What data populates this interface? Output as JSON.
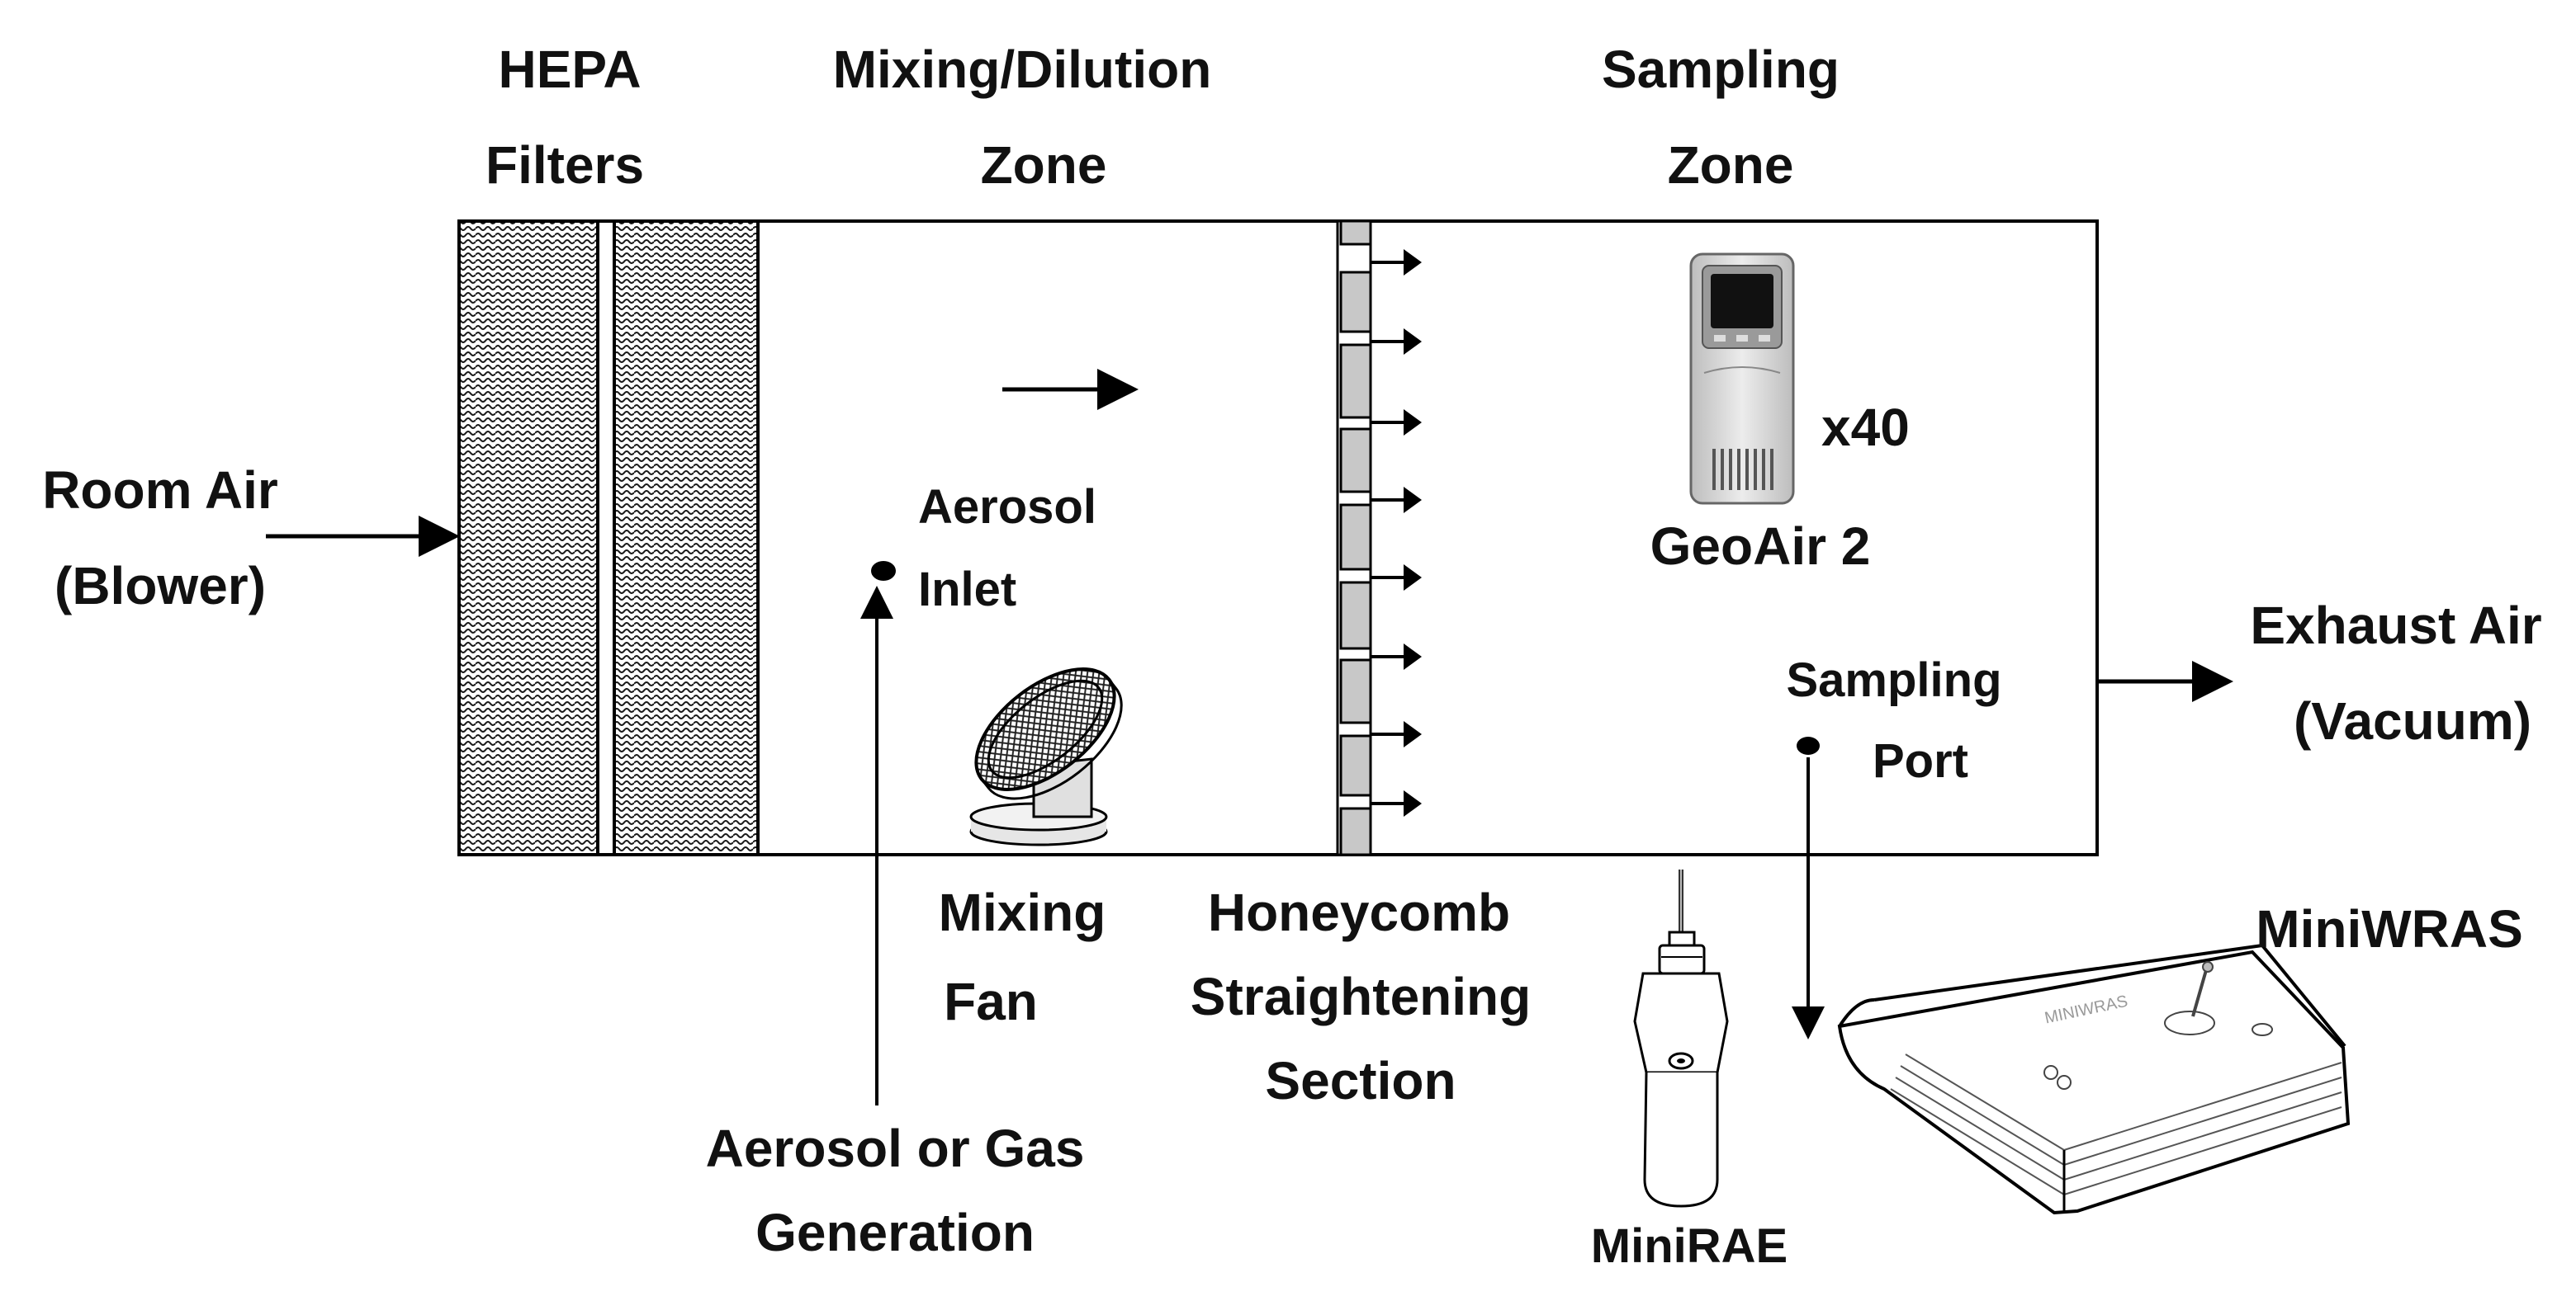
{
  "colors": {
    "line": "#000000",
    "device_fill": "#d9d9d9",
    "device_stroke": "#555555",
    "screen": "#111111",
    "background": "#ffffff"
  },
  "labels": {
    "hepa_1": "HEPA",
    "hepa_2": "Filters",
    "mixing_zone_1": "Mixing/Dilution",
    "mixing_zone_2": "Zone",
    "sampling_zone_1": "Sampling",
    "sampling_zone_2": "Zone",
    "room_air_1": "Room Air",
    "room_air_2": "(Blower)",
    "aerosol_inlet_1": "Aerosol",
    "aerosol_inlet_2": "Inlet",
    "count": "x40",
    "geoair": "GeoAir 2",
    "sampling_port_1": "Sampling",
    "sampling_port_2": "Port",
    "exhaust_1": "Exhaust Air",
    "exhaust_2": "(Vacuum)",
    "mixing_fan_1": "Mixing",
    "mixing_fan_2": "Fan",
    "honeycomb_1": "Honeycomb",
    "honeycomb_2": "Straightening",
    "honeycomb_3": "Section",
    "generation_1": "Aerosol or Gas",
    "generation_2": "Generation",
    "minirae": "MiniRAE",
    "miniwras": "MiniWRAS",
    "miniwras_body": "MINIWRAS"
  },
  "icons": [
    "hepa-filter-icon",
    "mixing-fan-icon",
    "honeycomb-icon",
    "geoair-device-icon",
    "minirae-device-icon",
    "miniwras-device-icon"
  ]
}
